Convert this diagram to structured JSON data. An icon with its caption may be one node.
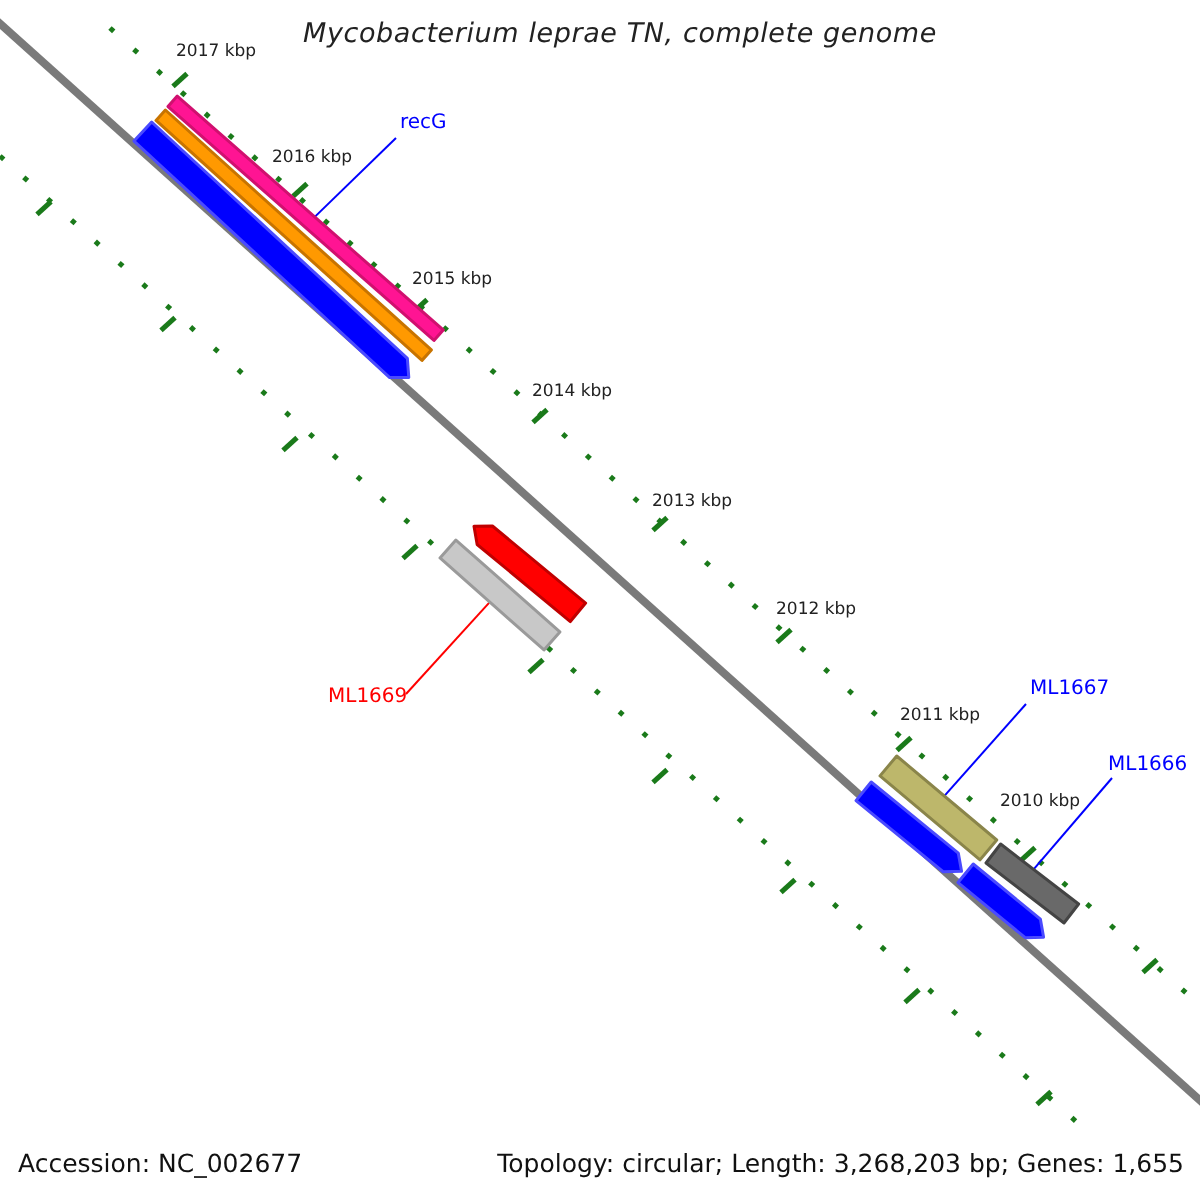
{
  "diagram": {
    "title": "Mycobacterium leprae TN, complete genome",
    "nodes": [
      {
        "text": [
          "recG"
        ]
      },
      {
        "text": [],
        "shape": "bar"
      },
      {
        "text": [],
        "shape": "bar"
      },
      {
        "text": [],
        "shape": "bar"
      },
      {
        "text": [],
        "shape": "bar"
      },
      {
        "text": [],
        "shape": "bar"
      },
      {
        "text": [
          "ML1669"
        ]
      },
      {
        "text": [
          "ML1667"
        ]
      },
      {
        "text": [
          "ML1666"
        ]
      },
      {
        "text": [],
        "shape": "bar"
      },
      {
        "text": [],
        "shape": "bar"
      },
      {
        "text": [],
        "shape": "bar"
      },
      {
        "text": [],
        "shape": "bar"
      }
    ],
    "edges": [
      {
        "from": 0,
        "to": 1,
        "arrow": "none"
      },
      {
        "from": 6,
        "to": 5,
        "arrow": "none",
        "color": "#ff0000"
      },
      {
        "from": 7,
        "to": 9,
        "arrow": "none"
      },
      {
        "from": 8,
        "to": 11,
        "arrow": "none"
      }
    ],
    "labels": [
      "2017 kbp",
      "2016 kbp",
      "2015 kbp",
      "2014 kbp",
      "2013 kbp",
      "2012 kbp",
      "2011 kbp",
      "2010 kbp",
      "Accession: NC_002677",
      "Topology: circular; Length: 3,268,203 bp; Genes: 1,655"
    ]
  }
}
